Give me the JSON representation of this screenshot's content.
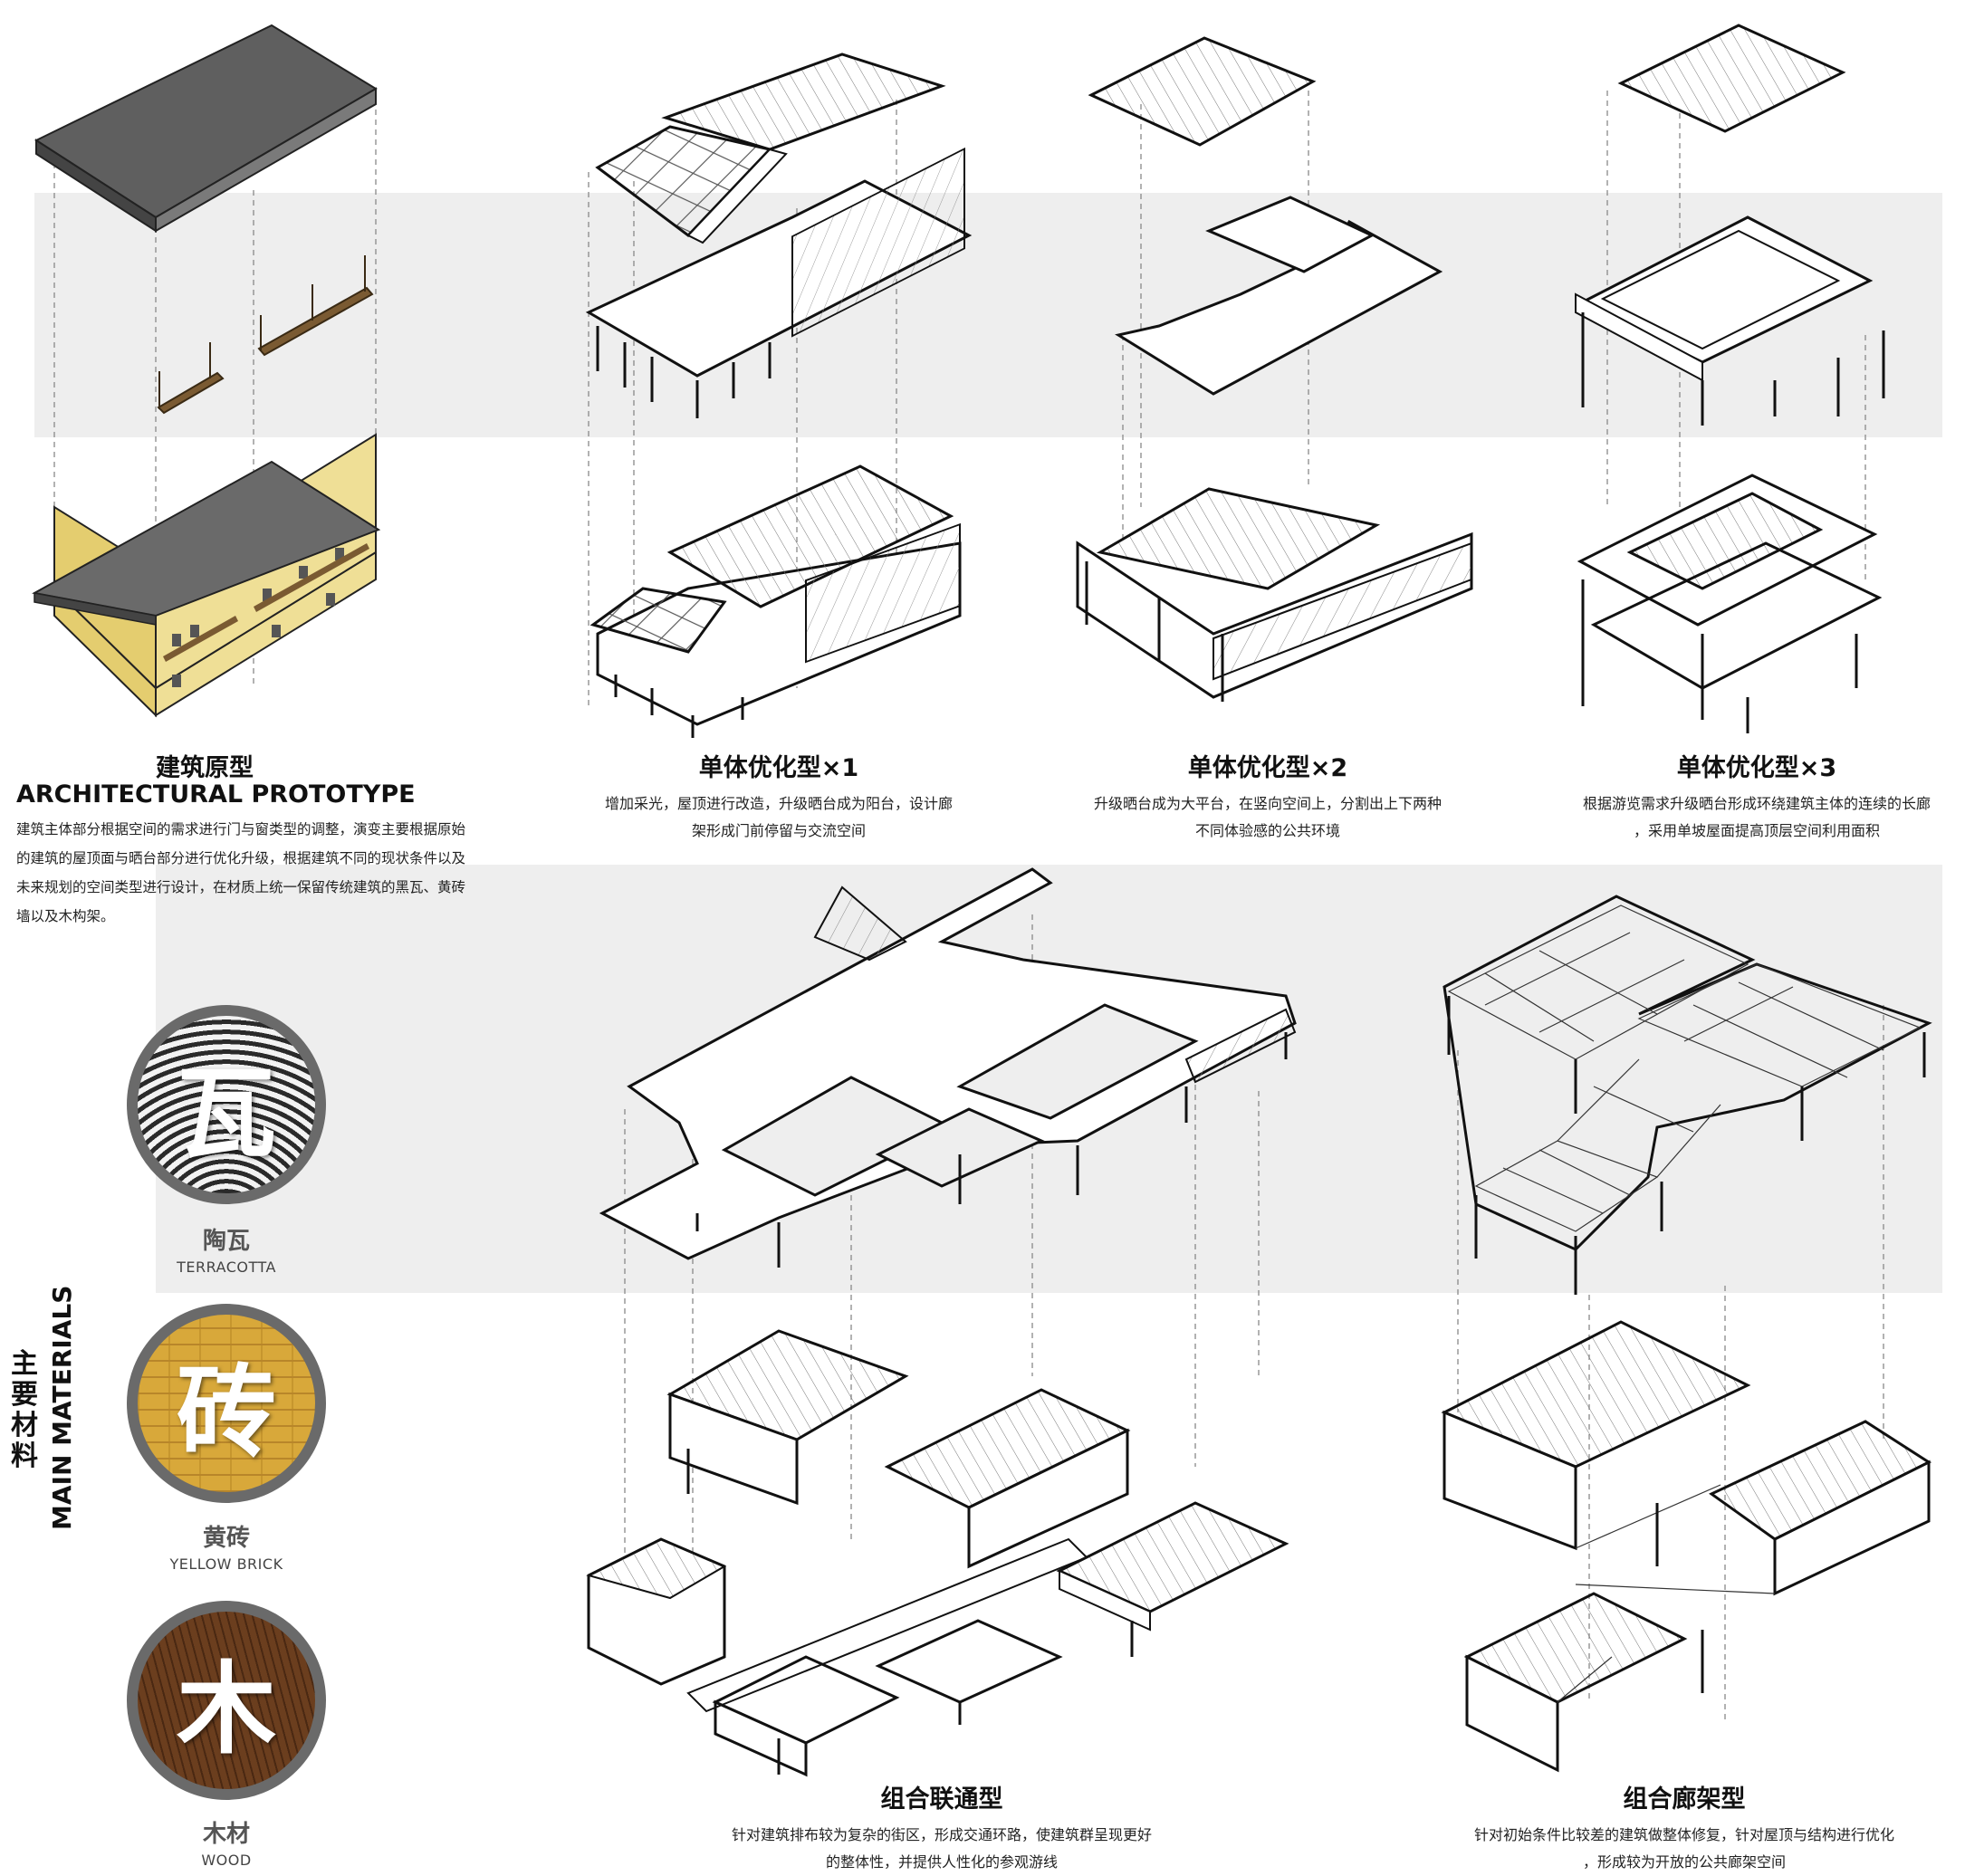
{
  "colors": {
    "band": "#eeeeee",
    "roof_dark": "#7a7a7a",
    "wall_yellow": "#efdf96",
    "wood": "#7a5a32",
    "ring": "#6a6a6a"
  },
  "prototype": {
    "title_zh": "建筑原型",
    "title_en": "ARCHITECTURAL PROTOTYPE",
    "desc_lines": [
      "建筑主体部分根据空间的需求进行门与窗类型的调整，演变主要根据原始",
      "的建筑的屋顶面与晒台部分进行优化升级，根据建筑不同的现状条件以及",
      "未来规划的空间类型进行设计，在材质上统一保留传统建筑的黑瓦、黄砖",
      "墙以及木构架。"
    ]
  },
  "types": [
    {
      "title": "单体优化型×1",
      "lines": [
        "增加采光，屋顶进行改造，升级晒台成为阳台，设计廊",
        "架形成门前停留与交流空间"
      ]
    },
    {
      "title": "单体优化型×2",
      "lines": [
        "升级晒台成为大平台，在竖向空间上，分割出上下两种",
        "不同体验感的公共环境"
      ]
    },
    {
      "title": "单体优化型×3",
      "lines": [
        "根据游览需求升级晒台形成环绕建筑主体的连续的长廊",
        "，采用单坡屋面提高顶层空间利用面积"
      ]
    },
    {
      "title": "组合联通型",
      "lines": [
        "针对建筑排布较为复杂的街区，形成交通环路，使建筑群呈现更好",
        "的整体性，并提供人性化的参观游线"
      ]
    },
    {
      "title": "组合廊架型",
      "lines": [
        "针对初始条件比较差的建筑做整体修复，针对屋顶与结构进行优化",
        "，形成较为开放的公共廊架空间"
      ]
    }
  ],
  "materials": {
    "heading_zh": [
      "主",
      "要",
      "材",
      "料"
    ],
    "heading_en": "MAIN MATERIALS",
    "items": [
      {
        "glyph": "瓦",
        "zh": "陶瓦",
        "en": "TERRACOTTA"
      },
      {
        "glyph": "砖",
        "zh": "黄砖",
        "en": "YELLOW BRICK"
      },
      {
        "glyph": "木",
        "zh": "木材",
        "en": "WOOD"
      }
    ]
  }
}
